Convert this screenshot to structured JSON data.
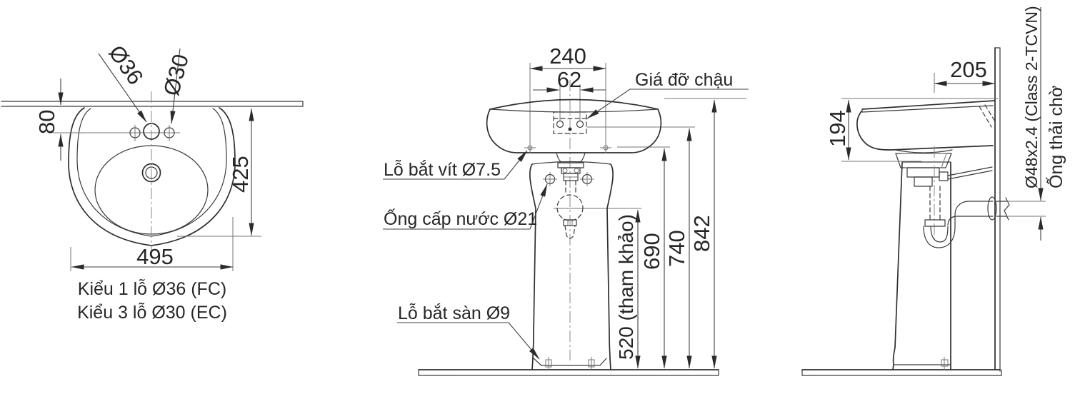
{
  "drawing": {
    "title_implicit": "Pedestal washbasin installation drawing",
    "top_view": {
      "dim_hole_offset": "80",
      "dim_depth": "425",
      "dim_width": "495",
      "label_hole_fc": "Ø36",
      "label_hole_ec": "Ø30",
      "caption_fc": "Kiểu 1 lỗ Ø36 (FC)",
      "caption_ec": "Kiểu 3 lỗ Ø30 (EC)"
    },
    "front_view": {
      "dim_bracket_width": "240",
      "dim_bracket_holes": "62",
      "dim_supply_height": "520 (tham khảo)",
      "dim_basin_bottom_height": "690",
      "dim_bracket_height": "740",
      "dim_rim_height": "842",
      "label_bracket": "Giá đỡ chậu",
      "label_screw_hole": "Lỗ bắt vít Ø7.5",
      "label_supply_pipe": "Ống cấp nước Ø21",
      "label_floor_bolt_hole": "Lỗ bắt sàn Ø9"
    },
    "side_view": {
      "dim_drain_offset": "205",
      "dim_rim_thickness": "194",
      "label_drain_pipe_spec": "Ø48x2.4 (Class 2-TCVN)",
      "label_waste_pipe": "Ống thải chờ"
    },
    "colors": {
      "line": "#2f2f2f",
      "thin_line": "#757575",
      "text": "#262626",
      "background": "#ffffff"
    }
  }
}
